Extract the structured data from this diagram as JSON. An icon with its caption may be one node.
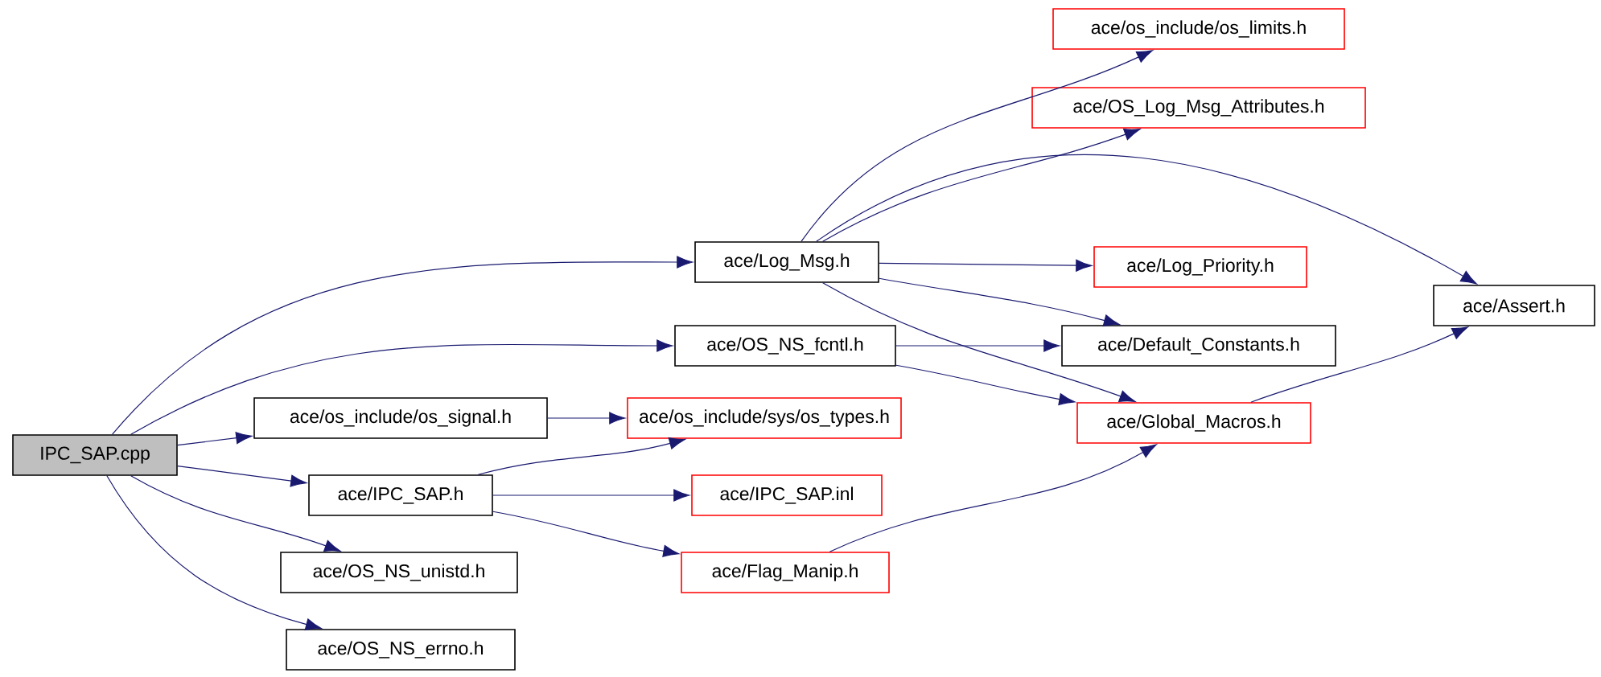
{
  "diagram": {
    "nodes": [
      {
        "text": [
          "IPC_SAP.cpp"
        ]
      },
      {
        "text": [
          "ace/Log_Msg.h"
        ]
      },
      {
        "text": [
          "ace/OS_NS_fcntl.h"
        ]
      },
      {
        "text": [
          "ace/os_include/os_signal.h"
        ]
      },
      {
        "text": [
          "ace/IPC_SAP.h"
        ]
      },
      {
        "text": [
          "ace/OS_NS_unistd.h"
        ]
      },
      {
        "text": [
          "ace/OS_NS_errno.h"
        ]
      },
      {
        "text": [
          "ace/os_include/os_limits.h"
        ]
      },
      {
        "text": [
          "ace/OS_Log_Msg_Attributes.h"
        ]
      },
      {
        "text": [
          "ace/Log_Priority.h"
        ]
      },
      {
        "text": [
          "ace/Default_Constants.h"
        ]
      },
      {
        "text": [
          "ace/Assert.h"
        ]
      },
      {
        "text": [
          "ace/os_include/sys/os_types.h"
        ]
      },
      {
        "text": [
          "ace/Global_Macros.h"
        ]
      },
      {
        "text": [
          "ace/IPC_SAP.inl"
        ]
      },
      {
        "text": [
          "ace/Flag_Manip.h"
        ]
      }
    ],
    "edges": [
      {
        "from": 0,
        "to": 1,
        "arrow": "to"
      },
      {
        "from": 0,
        "to": 2,
        "arrow": "to"
      },
      {
        "from": 0,
        "to": 3,
        "arrow": "to"
      },
      {
        "from": 0,
        "to": 4,
        "arrow": "to"
      },
      {
        "from": 0,
        "to": 5,
        "arrow": "to"
      },
      {
        "from": 0,
        "to": 6,
        "arrow": "to"
      },
      {
        "from": 1,
        "to": 7,
        "arrow": "to"
      },
      {
        "from": 1,
        "to": 8,
        "arrow": "to"
      },
      {
        "from": 1,
        "to": 11,
        "arrow": "to"
      },
      {
        "from": 1,
        "to": 9,
        "arrow": "to"
      },
      {
        "from": 1,
        "to": 10,
        "arrow": "to"
      },
      {
        "from": 1,
        "to": 13,
        "arrow": "to"
      },
      {
        "from": 2,
        "to": 10,
        "arrow": "to"
      },
      {
        "from": 2,
        "to": 13,
        "arrow": "to"
      },
      {
        "from": 3,
        "to": 12,
        "arrow": "to"
      },
      {
        "from": 4,
        "to": 12,
        "arrow": "to"
      },
      {
        "from": 4,
        "to": 14,
        "arrow": "to"
      },
      {
        "from": 4,
        "to": 15,
        "arrow": "to"
      },
      {
        "from": 15,
        "to": 13,
        "arrow": "to"
      },
      {
        "from": 13,
        "to": 11,
        "arrow": "to"
      }
    ]
  }
}
